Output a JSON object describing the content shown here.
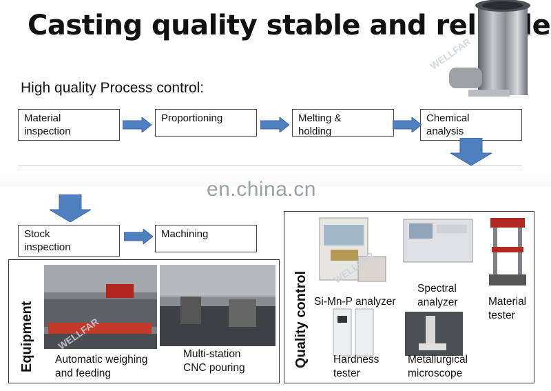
{
  "title": "Casting quality stable and reliable",
  "subtitle": "High quality Process control:",
  "process": {
    "row1": [
      "Material\ninspection",
      "Proportioning",
      "Melting &\nholding",
      "Chemical\nanalysis"
    ],
    "row2": [
      "Stock\ninspection",
      "Machining"
    ]
  },
  "watermark": "en.china.cn",
  "brand_watermark": "WELLFAR",
  "equipment": {
    "label": "Equipment",
    "items": [
      {
        "caption_1": "Automatic weighing",
        "caption_2": "and feeding"
      },
      {
        "caption_1": "Multi-station",
        "caption_2": "CNC pouring"
      }
    ]
  },
  "quality_control": {
    "label": "Quality control",
    "items": [
      {
        "caption_1": "Si-Mn-P analyzer",
        "caption_2": ""
      },
      {
        "caption_1": "Spectral",
        "caption_2": "analyzer"
      },
      {
        "caption_1": "Material",
        "caption_2": "tester"
      },
      {
        "caption_1": "Hardness",
        "caption_2": "tester"
      },
      {
        "caption_1": "Metallurgical",
        "caption_2": "microscope"
      }
    ]
  },
  "colors": {
    "arrow": "#4f7fbf",
    "arrow_dark": "#3a6aa8",
    "panel_border": "#333333"
  }
}
